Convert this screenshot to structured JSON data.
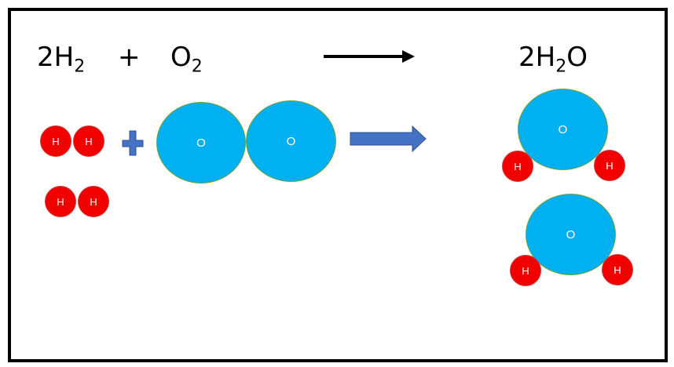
{
  "equation": {
    "reactant1": {
      "coef": "2",
      "element": "H",
      "sub": "2"
    },
    "plus": "+",
    "reactant2": {
      "element": "O",
      "sub": "2"
    },
    "product": {
      "coef": "2",
      "element1": "H",
      "sub": "2",
      "element2": "O"
    }
  },
  "atoms": {
    "hydrogen": "H",
    "oxygen": "O"
  },
  "colors": {
    "hydrogen": "#f20000",
    "oxygen": "#00b0f0",
    "plus_sign": "#4472c4",
    "block_arrow": "#4472c4",
    "line_arrow": "#000000"
  },
  "icons": {
    "equation_arrow": "right-arrow-icon",
    "diagram_arrow": "block-right-arrow-icon",
    "diagram_plus": "plus-icon"
  }
}
